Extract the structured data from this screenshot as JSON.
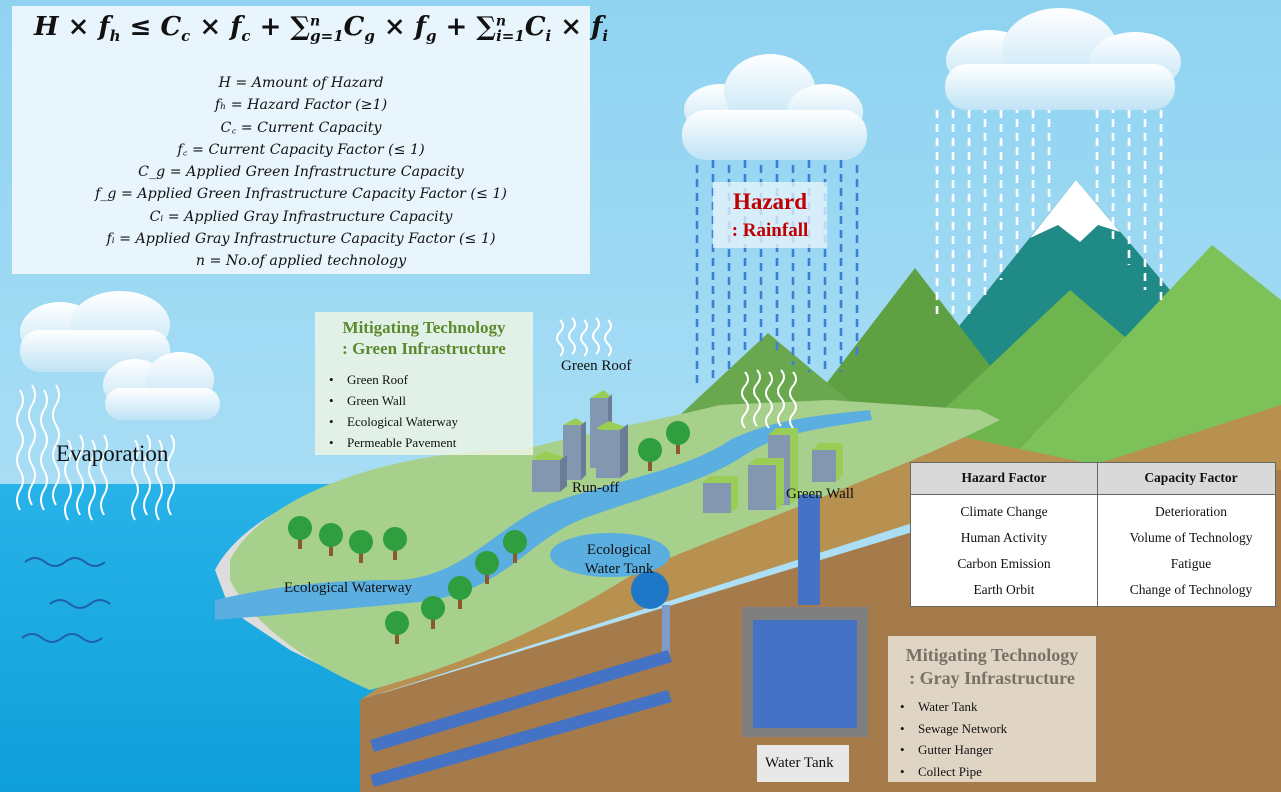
{
  "formula": {
    "main": {
      "H": "H",
      "times": " × ",
      "fh_f": "f",
      "fh_s": "h",
      "leq": " ≤ ",
      "Cc_C": "C",
      "Cc_s": "c",
      "fc_f": "f",
      "fc_s": "c",
      "plus": " + ",
      "sum": "∑",
      "sum_g_sub": "g=1",
      "sum_g_sup": "n",
      "Cg_C": "C",
      "Cg_s": "g",
      "fg_f": "f",
      "fg_s": "g",
      "sum_i_sub": "i=1",
      "sum_i_sup": "n",
      "Ci_C": "C",
      "Ci_s": "i",
      "fi_f": "f",
      "fi_s": "i"
    },
    "definitions": [
      "H = Amount of Hazard",
      "fₕ = Hazard Factor (≥1)",
      "C꜀ = Current Capacity",
      "f꜀ = Current Capacity Factor (≤ 1)",
      "C_g = Applied Green Infrastructure Capacity",
      "f_g = Applied Green Infrastructure Capacity Factor (≤ 1)",
      "Cᵢ = Applied Gray Infrastructure Capacity",
      "fᵢ = Applied Gray Infrastructure Capacity Factor (≤ 1)",
      "n  = No.of applied technology"
    ]
  },
  "hazard": {
    "title": "Hazard",
    "subtitle": ": Rainfall",
    "color": "#c00000"
  },
  "green_infrastructure": {
    "title_line1": "Mitigating Technology",
    "title_line2": ": Green Infrastructure",
    "color": "#5b8a2e",
    "items": [
      "Green Roof",
      "Green Wall",
      "Ecological Waterway",
      "Permeable Pavement"
    ]
  },
  "gray_infrastructure": {
    "title_line1": "Mitigating Technology",
    "title_line2": ": Gray Infrastructure",
    "color": "#7a7066",
    "items": [
      "Water Tank",
      "Sewage Network",
      "Gutter Hanger",
      "Collect Pipe"
    ]
  },
  "factors_table": {
    "headers": [
      "Hazard Factor",
      "Capacity Factor"
    ],
    "rows": [
      [
        "Climate Change",
        "Deterioration"
      ],
      [
        "Human Activity",
        "Volume of Technology"
      ],
      [
        "Carbon Emission",
        "Fatigue"
      ],
      [
        "Earth Orbit",
        "Change of Technology"
      ]
    ]
  },
  "scene_labels": {
    "evaporation": "Evaporation",
    "green_roof": "Green Roof",
    "run_off": "Run-off",
    "green_wall": "Green Wall",
    "ecological_waterway": "Ecological Waterway",
    "ecological_water_tank_line1": "Ecological",
    "ecological_water_tank_line2": "Water Tank",
    "water_tank": "Water Tank"
  },
  "colors": {
    "sky": "#8fd3f1",
    "sea": "#20aee6",
    "land_green": "#a8d08d",
    "earth": "#b58a58",
    "water": "#5aaee0",
    "tank_blue": "#4472c4",
    "mountain_dark": "#6aa84f",
    "snow_peak_teal": "#1f8a86"
  }
}
